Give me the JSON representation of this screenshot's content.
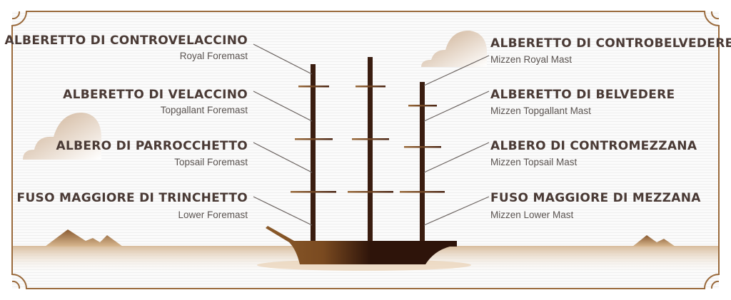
{
  "left_labels": [
    {
      "title": "ALBERETTO DI CONTROVELACCINO",
      "subtitle": "Royal Foremast"
    },
    {
      "title": "ALBERETTO DI VELACCINO",
      "subtitle": "Topgallant Foremast"
    },
    {
      "title": "ALBERO DI PARROCCHETTO",
      "subtitle": "Topsail Foremast"
    },
    {
      "title": "FUSO MAGGIORE DI TRINCHETTO",
      "subtitle": "Lower Foremast"
    }
  ],
  "right_labels": [
    {
      "title": "ALBERETTO DI CONTROBELVEDERE",
      "subtitle": "Mizzen Royal Mast"
    },
    {
      "title": "ALBERETTO DI BELVEDERE",
      "subtitle": "Mizzen Topgallant Mast"
    },
    {
      "title": "ALBERO DI CONTROMEZZANA",
      "subtitle": "Mizzen Topsail Mast"
    },
    {
      "title": "FUSO MAGGIORE DI MEZZANA",
      "subtitle": "Mizzen Lower Mast"
    }
  ],
  "colors": {
    "frame": "#9a6a3c",
    "mast": "#3a1d10",
    "text": "#4a3a35",
    "sea": "#d9bfa0"
  }
}
